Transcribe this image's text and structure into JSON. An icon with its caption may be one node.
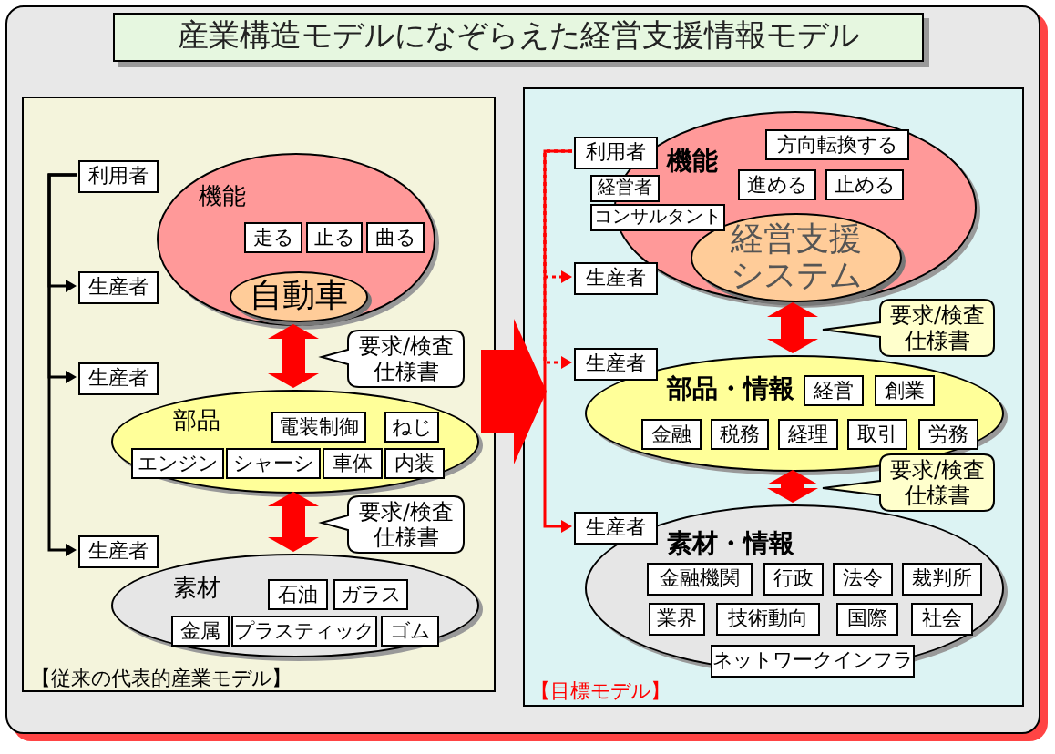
{
  "diagram": {
    "title": "産業構造モデルになぞらえた経営支援情報モデル",
    "nodes": [
      {
        "text": [
          "【従来の代表的産業モデル】"
        ]
      },
      {
        "text": [
          "利用者"
        ],
        "in": 0
      },
      {
        "text": [
          "生産者"
        ],
        "in": 0
      },
      {
        "text": [
          "生産者"
        ],
        "in": 0
      },
      {
        "text": [
          "生産者"
        ],
        "in": 0
      },
      {
        "text": [
          "機能"
        ],
        "in": 0
      },
      {
        "text": [
          "走る"
        ],
        "in": 5
      },
      {
        "text": [
          "止る"
        ],
        "in": 5
      },
      {
        "text": [
          "曲る"
        ],
        "in": 5
      },
      {
        "text": [
          "自動車"
        ],
        "in": 5
      },
      {
        "text": [
          "要求/検査仕様書"
        ],
        "in": 0
      },
      {
        "text": [
          "部品"
        ],
        "in": 0
      },
      {
        "text": [
          "電装制御"
        ],
        "in": 11
      },
      {
        "text": [
          "ねじ"
        ],
        "in": 11
      },
      {
        "text": [
          "エンジン"
        ],
        "in": 11
      },
      {
        "text": [
          "シャーシ"
        ],
        "in": 11
      },
      {
        "text": [
          "車体"
        ],
        "in": 11
      },
      {
        "text": [
          "内装"
        ],
        "in": 11
      },
      {
        "text": [
          "要求/検査仕様書"
        ],
        "in": 0
      },
      {
        "text": [
          "素材"
        ],
        "in": 0
      },
      {
        "text": [
          "石油"
        ],
        "in": 19
      },
      {
        "text": [
          "ガラス"
        ],
        "in": 19
      },
      {
        "text": [
          "金属"
        ],
        "in": 19
      },
      {
        "text": [
          "プラスティック"
        ],
        "in": 19
      },
      {
        "text": [
          "ゴム"
        ],
        "in": 19
      },
      {
        "text": [
          "【目標モデル】"
        ]
      },
      {
        "text": [
          "利用者"
        ],
        "in": 25
      },
      {
        "text": [
          "経営者"
        ],
        "in": 25
      },
      {
        "text": [
          "コンサルタント"
        ],
        "in": 25
      },
      {
        "text": [
          "生産者"
        ],
        "in": 25
      },
      {
        "text": [
          "生産者"
        ],
        "in": 25
      },
      {
        "text": [
          "生産者"
        ],
        "in": 25
      },
      {
        "text": [
          "機能"
        ],
        "in": 25
      },
      {
        "text": [
          "方向転換する"
        ],
        "in": 32
      },
      {
        "text": [
          "進める"
        ],
        "in": 32
      },
      {
        "text": [
          "止める"
        ],
        "in": 32
      },
      {
        "text": [
          "経営支援システム"
        ],
        "in": 32
      },
      {
        "text": [
          "要求/検査仕様書"
        ],
        "in": 25
      },
      {
        "text": [
          "部品・情報"
        ],
        "in": 25
      },
      {
        "text": [
          "経営"
        ],
        "in": 38
      },
      {
        "text": [
          "創業"
        ],
        "in": 38
      },
      {
        "text": [
          "金融"
        ],
        "in": 38
      },
      {
        "text": [
          "税務"
        ],
        "in": 38
      },
      {
        "text": [
          "経理"
        ],
        "in": 38
      },
      {
        "text": [
          "取引"
        ],
        "in": 38
      },
      {
        "text": [
          "労務"
        ],
        "in": 38
      },
      {
        "text": [
          "要求/検査仕様書"
        ],
        "in": 25
      },
      {
        "text": [
          "素材・情報"
        ],
        "in": 25
      },
      {
        "text": [
          "金融機関"
        ],
        "in": 47
      },
      {
        "text": [
          "行政"
        ],
        "in": 47
      },
      {
        "text": [
          "法令"
        ],
        "in": 47
      },
      {
        "text": [
          "裁判所"
        ],
        "in": 47
      },
      {
        "text": [
          "業界"
        ],
        "in": 47
      },
      {
        "text": [
          "技術動向"
        ],
        "in": 47
      },
      {
        "text": [
          "国際"
        ],
        "in": 47
      },
      {
        "text": [
          "社会"
        ],
        "in": 47
      },
      {
        "text": [
          "ネットワークインフラ"
        ],
        "in": 47
      }
    ],
    "edges": [
      {
        "from": 1,
        "to": 2,
        "arrow": "to",
        "color": "#000000"
      },
      {
        "from": 1,
        "to": 3,
        "arrow": "to",
        "color": "#000000"
      },
      {
        "from": 1,
        "to": 4,
        "arrow": "to",
        "color": "#000000"
      },
      {
        "from": 5,
        "to": 11,
        "arrow": "both",
        "style": "thick",
        "color": "#ff0000"
      },
      {
        "from": 11,
        "to": 19,
        "arrow": "both",
        "style": "thick",
        "color": "#ff0000"
      },
      {
        "from": 0,
        "to": 25,
        "arrow": "to",
        "style": "thick",
        "color": "#ff0000"
      },
      {
        "from": 26,
        "to": 29,
        "arrow": "to",
        "style": "dashed",
        "color": "#ff0000"
      },
      {
        "from": 26,
        "to": 30,
        "arrow": "to",
        "style": "dashed",
        "color": "#ff0000"
      },
      {
        "from": 26,
        "to": 31,
        "arrow": "to",
        "color": "#ff0000"
      },
      {
        "from": 32,
        "to": 38,
        "arrow": "both",
        "style": "thick",
        "color": "#ff0000"
      },
      {
        "from": 38,
        "to": 47,
        "arrow": "both",
        "style": "thick",
        "color": "#ff0000"
      }
    ]
  }
}
